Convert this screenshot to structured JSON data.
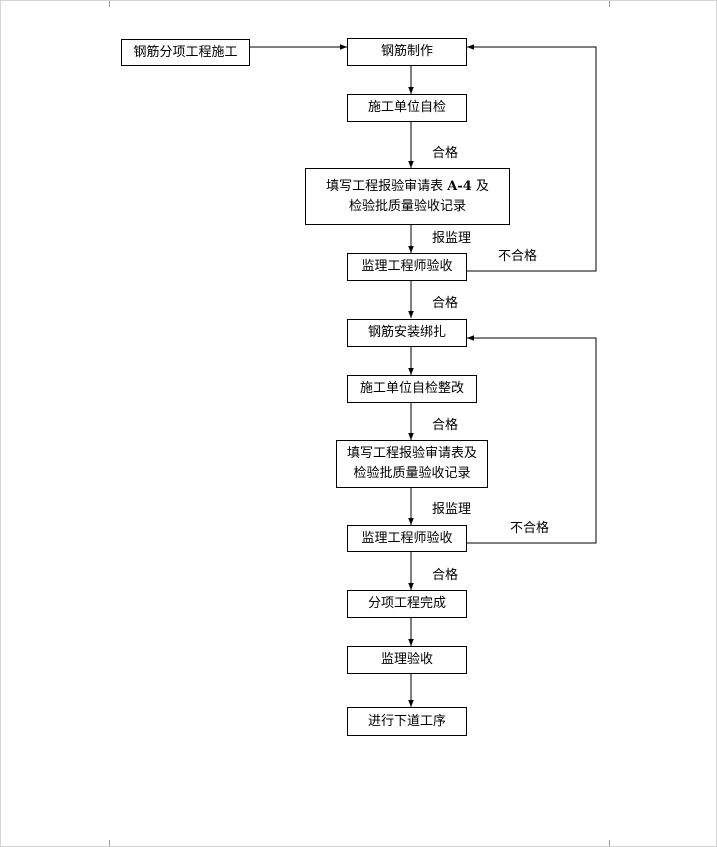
{
  "nodes": {
    "start": "钢筋分项工程施工",
    "n1": "钢筋制作",
    "n2": "施工单位自检",
    "n3_line1_pre": "填写工程报验审请表 ",
    "n3_line1_code": "A-4",
    "n3_line1_post": " 及",
    "n3_line2": "检验批质量验收记录",
    "n4": "监理工程师验收",
    "n5": "钢筋安装绑扎",
    "n6": "施工单位自检整改",
    "n7_line1": "填写工程报验审请表及",
    "n7_line2": "检验批质量验收记录",
    "n8": "监理工程师验收",
    "n9": "分项工程完成",
    "n10": "监理验收",
    "n11": "进行下道工序"
  },
  "edge_labels": {
    "pass1": "合格",
    "report1": "报监理",
    "fail1": "不合格",
    "pass2": "合格",
    "pass3": "合格",
    "report2": "报监理",
    "fail2": "不合格",
    "pass4": "合格"
  }
}
